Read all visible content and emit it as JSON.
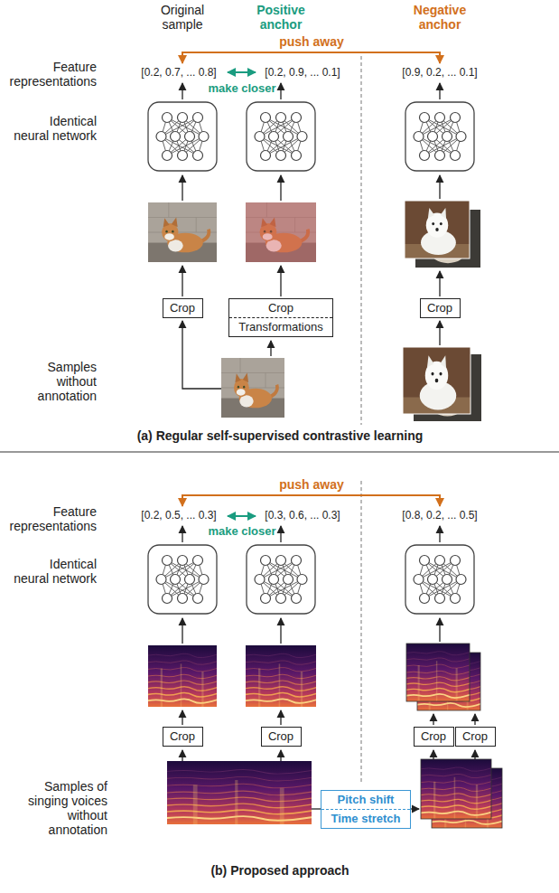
{
  "diagram": {
    "nodes": [
      {
        "text": [
          "Crop"
        ]
      },
      {
        "text": [
          "Crop",
          "Transformations"
        ]
      },
      {
        "text": [
          "Crop"
        ]
      },
      {
        "text": [
          "Crop"
        ]
      },
      {
        "text": [
          "Crop"
        ]
      },
      {
        "text": [
          "Crop"
        ]
      },
      {
        "text": [
          "Crop"
        ]
      },
      {
        "text": [
          "Pitch shift",
          "Time stretch"
        ]
      }
    ],
    "labels": [
      "Original sample",
      "Positive anchor",
      "Negative anchor",
      "push away",
      "Feature representations",
      "[0.2, 0.7, ... 0.8]",
      "make closer",
      "[0.2, 0.9, ... 0.1]",
      "[0.9, 0.2, ... 0.1]",
      "Identical neural network",
      "Samples without annotation",
      "(a) Regular self-supervised contrastive learning",
      "push away",
      "Feature representations",
      "[0.2, 0.5, ... 0.3]",
      "make closer",
      "[0.3, 0.6, ... 0.3]",
      "[0.8, 0.2, ... 0.5]",
      "Identical neural network",
      "Samples of singing voices without annotation",
      "(b) Proposed approach"
    ]
  }
}
